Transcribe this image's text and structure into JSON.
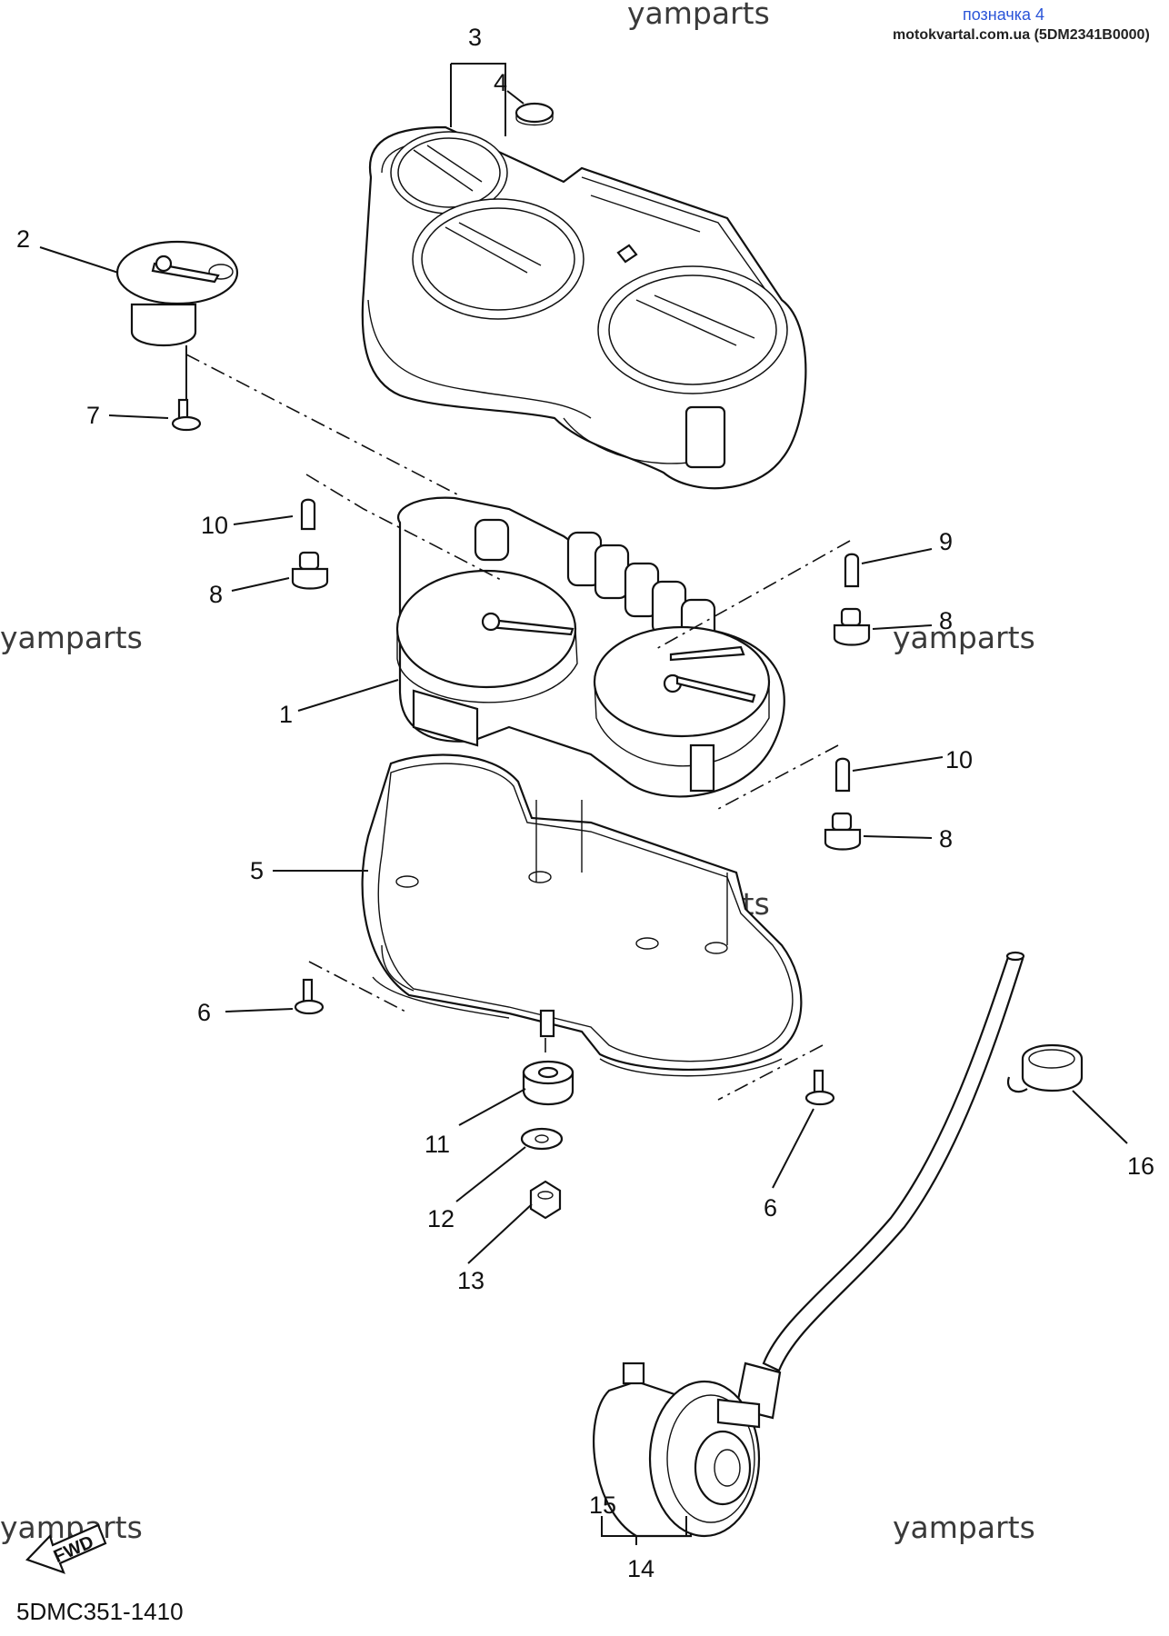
{
  "header": {
    "link_text": "позначка 4",
    "source_text": "motokvartal.com.ua (5DM2341B0000)",
    "link_color": "#2b55d8"
  },
  "watermarks": [
    "yamparts",
    "yamparts",
    "yamparts",
    "yamparts",
    "yamparts",
    "yamparts"
  ],
  "callouts": {
    "n1": "1",
    "n2": "2",
    "n3": "3",
    "n4": "4",
    "n5": "5",
    "n6a": "6",
    "n6b": "6",
    "n7": "7",
    "n8a": "8",
    "n8b": "8",
    "n8c": "8",
    "n9": "9",
    "n10a": "10",
    "n10b": "10",
    "n11": "11",
    "n12": "12",
    "n13": "13",
    "n14": "14",
    "n15": "15",
    "n16": "16"
  },
  "fwd_label": "FWD",
  "diagram_code": "5DMC351-1410"
}
